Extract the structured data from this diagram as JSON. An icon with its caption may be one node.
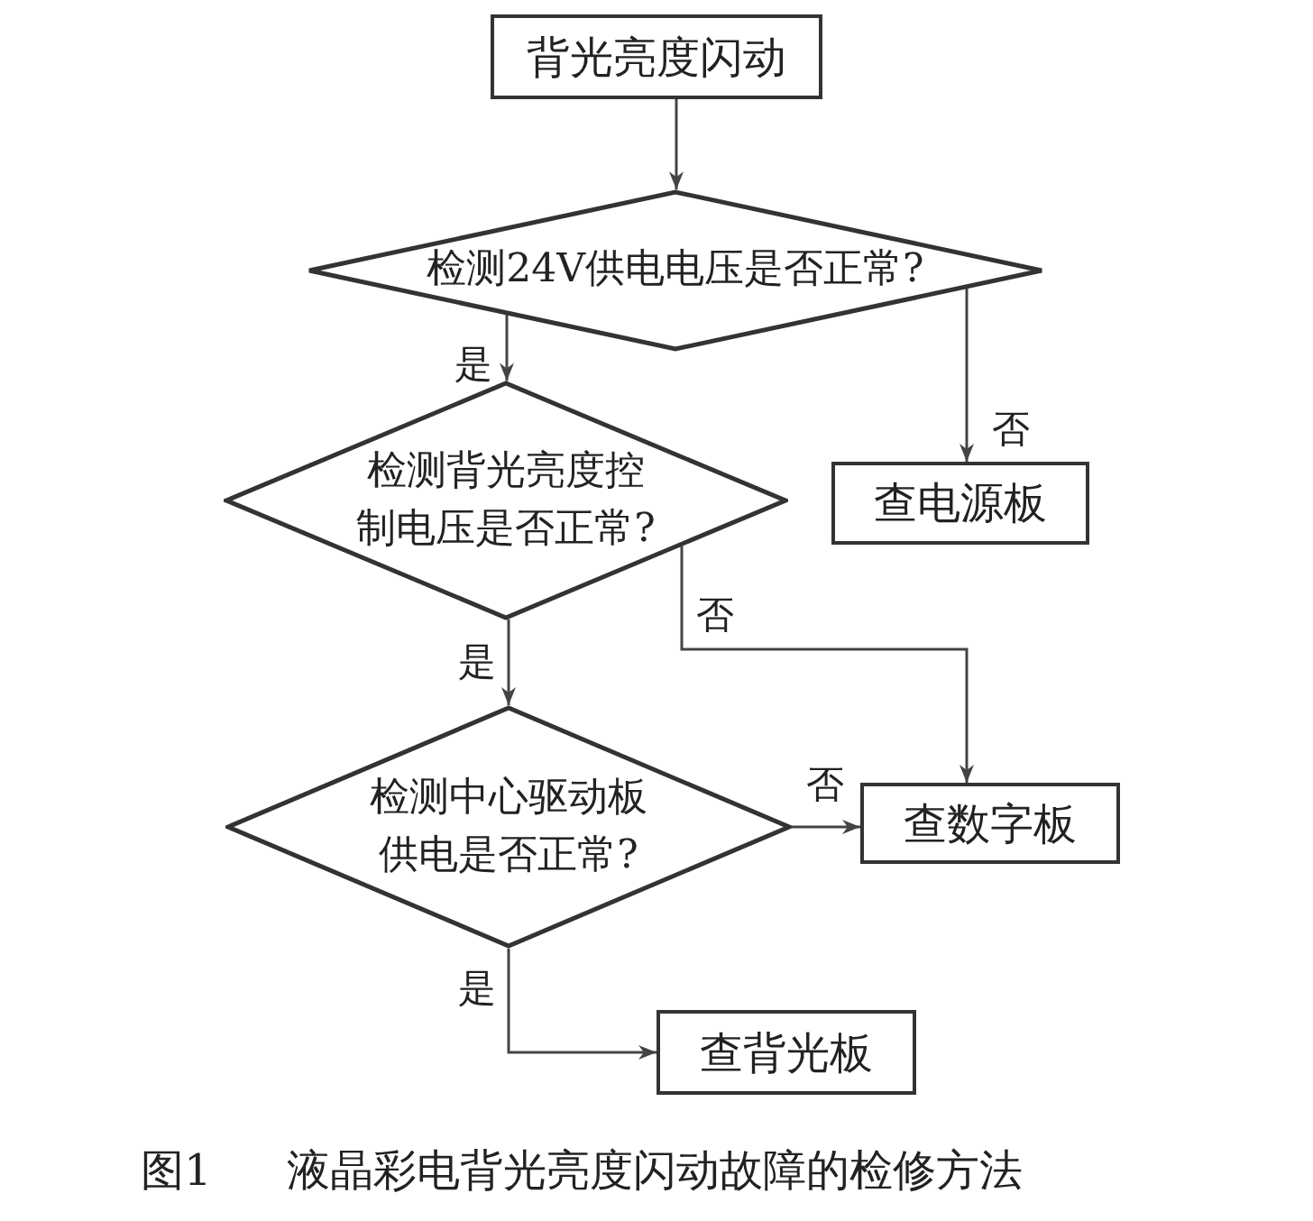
{
  "diagram": {
    "caption": "图1 液晶彩电背光亮度闪动故障的检修方法",
    "nodes": [
      {
        "text": [
          "背光亮度闪动"
        ]
      },
      {
        "text": [
          "检测24V供电电压是否正常?"
        ]
      },
      {
        "text": [
          "检测背光亮度控制电压是否正常?"
        ]
      },
      {
        "text": [
          "查电源板"
        ]
      },
      {
        "text": [
          "检测中心驱动板供电是否正常?"
        ]
      },
      {
        "text": [
          "查数字板"
        ]
      },
      {
        "text": [
          "查背光板"
        ]
      }
    ],
    "edges": [
      {
        "from": 0,
        "to": 1,
        "arrow": "to"
      },
      {
        "from": 1,
        "to": 2,
        "arrow": "to",
        "label": "是"
      },
      {
        "from": 1,
        "to": 3,
        "arrow": "to",
        "label": "否"
      },
      {
        "from": 2,
        "to": 5,
        "arrow": "to",
        "label": "否"
      },
      {
        "from": 2,
        "to": 4,
        "arrow": "to",
        "label": "是"
      },
      {
        "from": 4,
        "to": 5,
        "arrow": "to",
        "label": "否"
      },
      {
        "from": 4,
        "to": 6,
        "arrow": "to",
        "label": "是"
      }
    ]
  }
}
